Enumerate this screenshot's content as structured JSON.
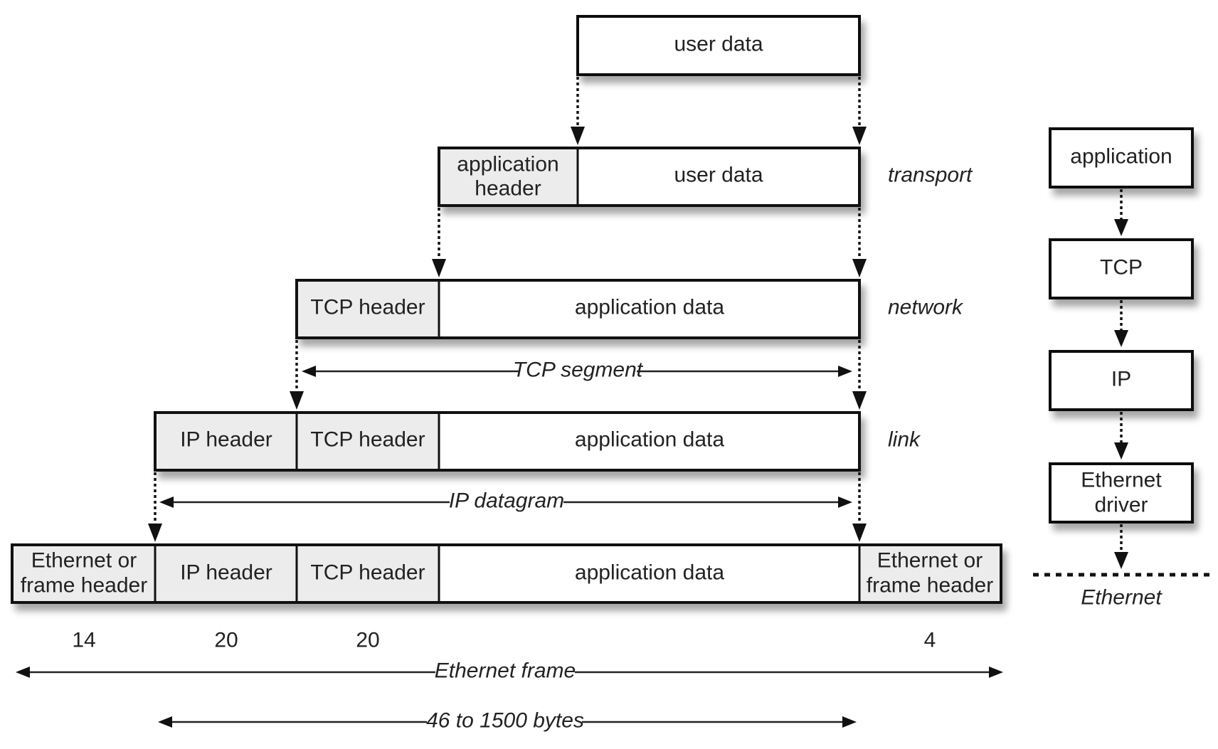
{
  "layers": {
    "transport": "transport",
    "network": "network",
    "link": "link"
  },
  "row0": {
    "user_data": "user data"
  },
  "row1": {
    "app_header_line1": "application",
    "app_header_line2": "header",
    "user_data": "user data"
  },
  "row2": {
    "tcp_header": "TCP header",
    "app_data": "application data"
  },
  "row3": {
    "ip_header": "IP header",
    "tcp_header": "TCP header",
    "app_data": "application data"
  },
  "row4": {
    "eth_header_line1": "Ethernet or",
    "eth_header_line2": "frame header",
    "ip_header": "IP header",
    "tcp_header": "TCP header",
    "app_data": "application data",
    "eth_trailer_line1": "Ethernet or",
    "eth_trailer_line2": "frame header"
  },
  "spans": {
    "tcp_segment": "TCP segment",
    "ip_datagram": "IP datagram",
    "ethernet_frame": "Ethernet frame",
    "payload_range": "46 to 1500 bytes"
  },
  "sizes": {
    "eth_header": "14",
    "ip_header": "20",
    "tcp_header": "20",
    "eth_trailer": "4"
  },
  "stack": {
    "application": "application",
    "tcp": "TCP",
    "ip": "IP",
    "ethernet_driver_line1": "Ethernet",
    "ethernet_driver_line2": "driver",
    "network_label": "Ethernet"
  }
}
